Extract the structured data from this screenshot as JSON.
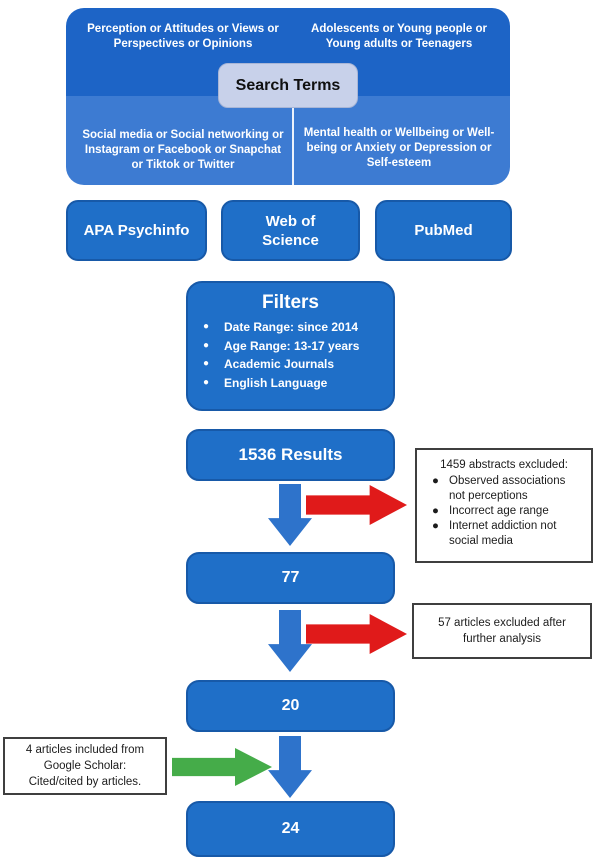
{
  "colors": {
    "box_blue": "#1f6fc8",
    "box_border": "#1759a8",
    "panel_top_blue": "#1d64c6",
    "panel_bottom_blue": "#3d7bd2",
    "arrow_blue": "#2e73cb",
    "exclusion_red": "#e01a1a",
    "inclusion_green": "#45ac49",
    "badge_bg": "#c8d1ea",
    "badge_border": "#a9b6d6",
    "note_border": "#3f3f3f",
    "note_text": "#1c1c1c"
  },
  "search_panel": {
    "title": "Search Terms",
    "top_left": "Perception or Attitudes or Views or\nPerspectives or Opinions",
    "top_right": "Adolescents or Young people or\nYoung adults or Teenagers",
    "bottom_left": "Social media or Social networking or\nInstagram or Facebook or Snapchat\nor Tiktok or Twitter",
    "bottom_right": "Mental health or Wellbeing or Well-\nbeing or Anxiety or Depression or\nSelf-esteem"
  },
  "databases": [
    "APA Psychinfo",
    "Web of\nScience",
    "PubMed"
  ],
  "filters": {
    "title": "Filters",
    "items": [
      "Date Range: since 2014",
      "Age Range: 13-17 years",
      "Academic Journals",
      "English Language"
    ]
  },
  "flow": {
    "results": "1536 Results",
    "after_abstract_screening": "77",
    "after_further_analysis": "20",
    "final_included": "24"
  },
  "exclusions": {
    "abstracts": {
      "title": "1459 abstracts excluded:",
      "items": [
        "Observed associations not perceptions",
        "Incorrect age range",
        "Internet addiction not social media"
      ]
    },
    "articles": {
      "text": "57 articles excluded after further analysis"
    }
  },
  "inclusion": {
    "text": "4 articles included from\nGoogle Scholar:\nCited/cited by articles."
  }
}
